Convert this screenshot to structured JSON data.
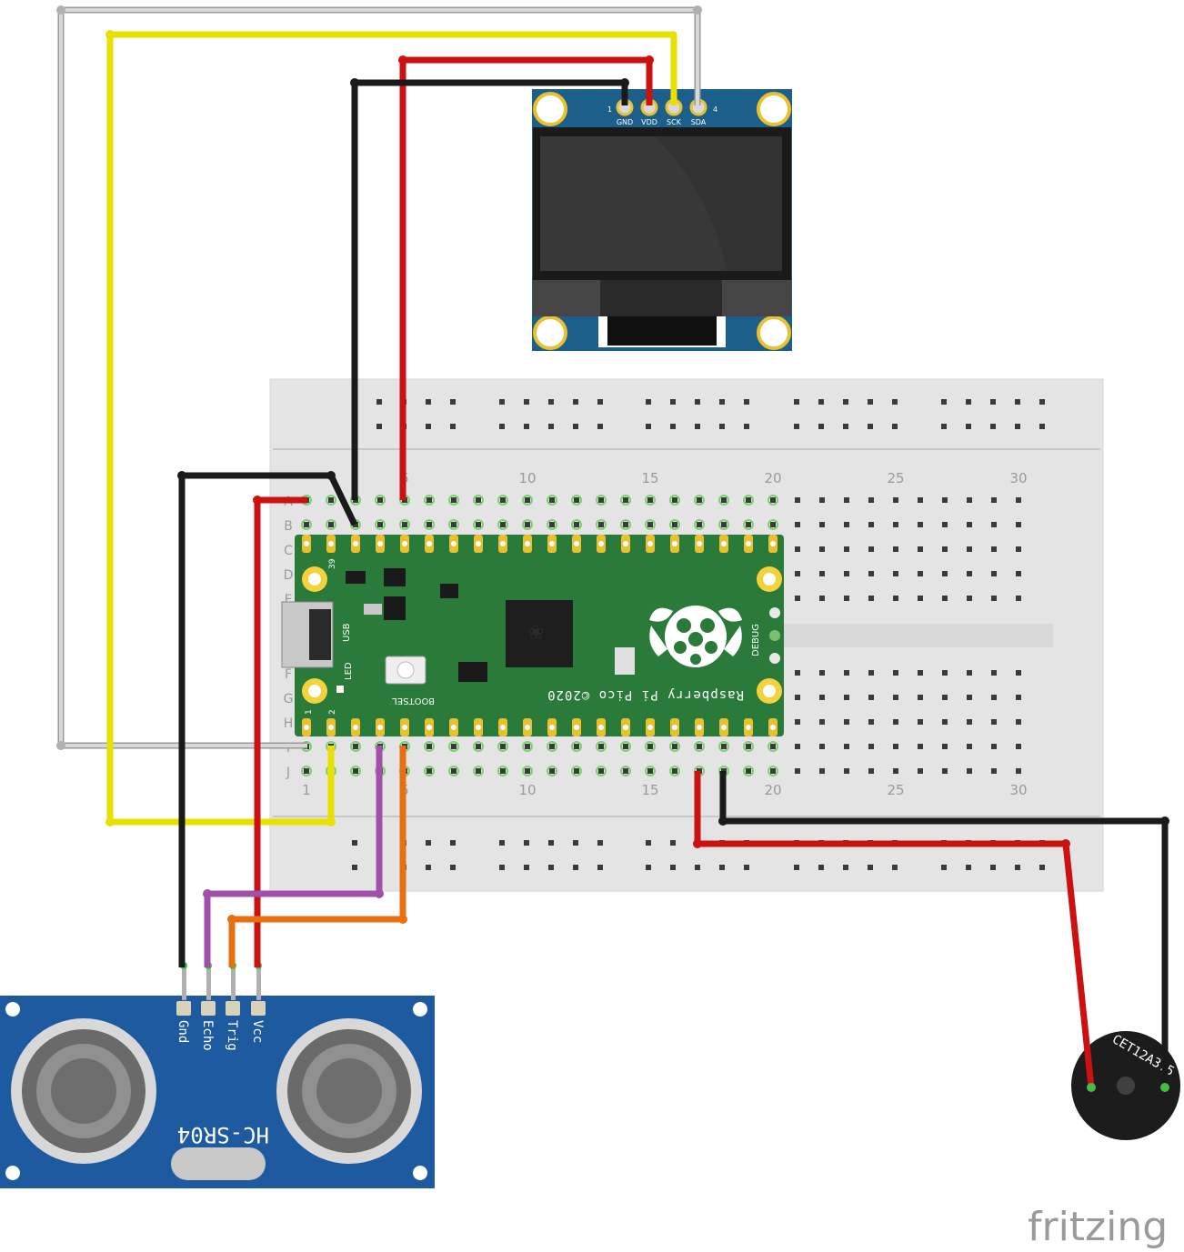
{
  "breadboard": {
    "row_letters_top": [
      "A",
      "B",
      "C",
      "D",
      "E"
    ],
    "row_letters_bottom": [
      "F",
      "G",
      "H",
      "I",
      "J"
    ],
    "column_numbers": [
      "1",
      "5",
      "10",
      "15",
      "20",
      "25",
      "30"
    ]
  },
  "oled": {
    "pin_labels": [
      "GND",
      "VDD",
      "SCK",
      "SDA"
    ],
    "pin_index_first": "1",
    "pin_index_last": "4"
  },
  "pico": {
    "label_usb": "USB",
    "label_led": "LED",
    "label_bootsel": "BOOTSEL",
    "label_debug": "DEBUG",
    "label_name": "Raspberry Pi Pico ©2020",
    "pin_39": "39",
    "pin_1": "1",
    "pin_2": "2"
  },
  "sensor": {
    "model": "HC-SR04",
    "pin_labels": [
      "Gnd",
      "Echo",
      "Trig",
      "Vcc"
    ]
  },
  "buzzer": {
    "marking": "CET12A3.5"
  },
  "watermark": {
    "text": "fritzing"
  },
  "colors": {
    "wire_yellow": "#f0e800",
    "wire_red": "#cc1111",
    "wire_black": "#1a1a1a",
    "wire_white": "#d0d0d0",
    "wire_purple": "#a050a8",
    "wire_orange": "#e87010",
    "pcb_green": "#2a7a3a",
    "sensor_blue": "#1e5aa0",
    "oled_blue": "#1c5f8a"
  }
}
